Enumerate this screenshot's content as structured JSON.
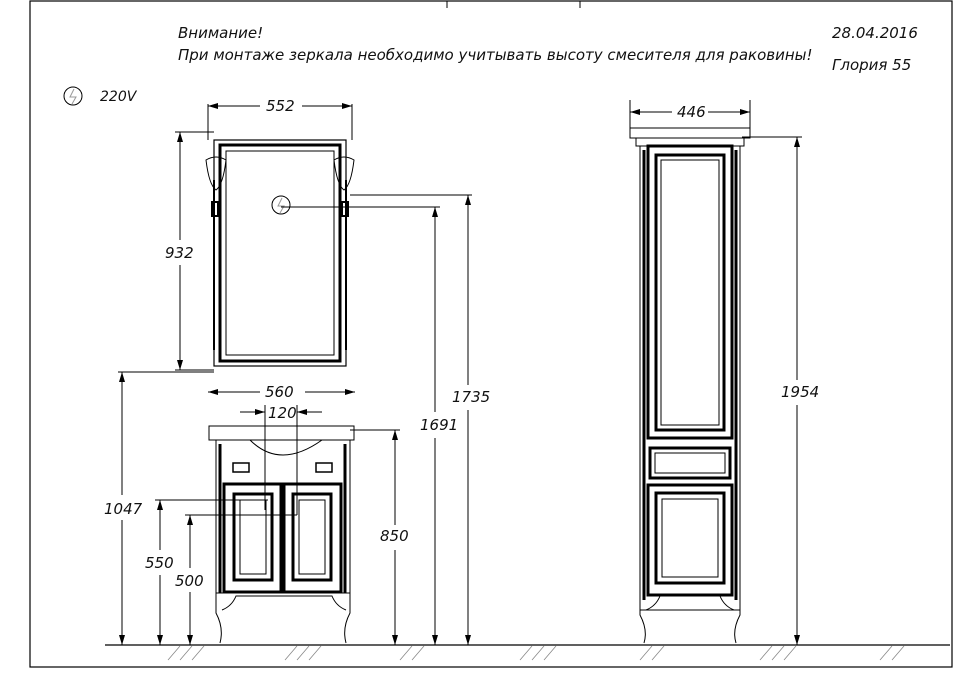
{
  "header": {
    "warning_title": "Внимание!",
    "warning_text": "При монтаже зеркала необходимо учитывать высоту смесителя для раковины!",
    "date": "28.04.2016",
    "model": "Глория  55"
  },
  "legend": {
    "power_label": "220V",
    "icon": "power-outlet-icon"
  },
  "dimensions": {
    "mirror_width": "552",
    "mirror_height": "932",
    "sink_width": "560",
    "faucet_spacing": "120",
    "mirror_bottom_height": "1047",
    "pipe_height_1": "550",
    "pipe_height_2": "500",
    "vanity_height": "850",
    "outlet_height": "1691",
    "lamp_height": "1735",
    "tall_cabinet_width": "446",
    "tall_cabinet_height": "1954"
  }
}
